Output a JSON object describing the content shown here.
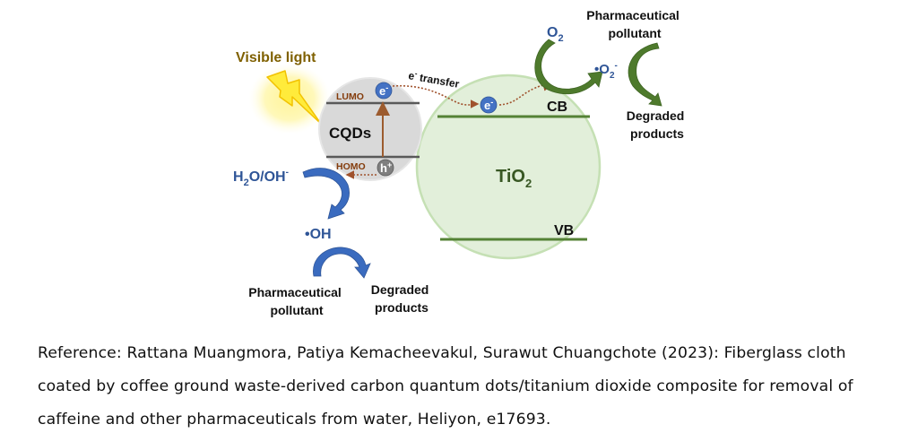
{
  "diagram": {
    "light_label": "Visible light",
    "cqd_label": "CQDs",
    "lumo_label": "LUMO",
    "homo_label": "HOMO",
    "electron_symbol": "e",
    "electron_charge": "-",
    "hole_symbol": "h",
    "hole_charge": "+",
    "transfer_label_sup": "-",
    "transfer_label_e": "e",
    "transfer_label_text": " transfer",
    "tio2_label_main": "TiO",
    "tio2_label_sub": "2",
    "cb_label": "CB",
    "vb_label": "VB",
    "o2_main": "O",
    "o2_sub": "2",
    "superoxide_dot": "•",
    "superoxide_main": "O",
    "superoxide_sub": "2",
    "superoxide_sup": "-",
    "water_h": "H",
    "water_sub": "2",
    "water_rest": "O/OH",
    "water_sup": "-",
    "hydroxyl_dot": "•",
    "hydroxyl_main": "OH",
    "pollutant_right_line1": "Pharmaceutical",
    "pollutant_right_line2": "pollutant",
    "degraded_right_line1": "Degraded",
    "degraded_right_line2": "products",
    "pollutant_left_line1": "Pharmaceutical",
    "pollutant_left_line2": "pollutant",
    "degraded_left_line1": "Degraded",
    "degraded_left_line2": "products"
  },
  "colors": {
    "light_label": "#7f6000",
    "cqd_fill": "#d9d9d9",
    "band_line_gray": "#595959",
    "lumo_homo_text": "#843c0c",
    "excitation_arrow": "#9c5b2e",
    "electron_fill": "#4472c4",
    "hole_fill": "#7f7f7f",
    "tio2_fill": "#e2efda",
    "tio2_stroke": "#c5e0b4",
    "tio2_text": "#385723",
    "band_line_green": "#548235",
    "green_arrow": "#4e7a2c",
    "blue_arrow": "#3a6bbf",
    "blue_text": "#2f5597",
    "dotted_transfer": "#a0522d"
  },
  "reference": {
    "line1": "Reference: Rattana Muangmora, Patiya Kemacheevakul, Surawut Chuangchote (2023): Fiberglass cloth",
    "line2": "coated by coffee ground waste-derived carbon quantum dots/titanium dioxide composite for removal of",
    "line3": "caffeine and other pharmaceuticals from water, Heliyon, e17693."
  }
}
